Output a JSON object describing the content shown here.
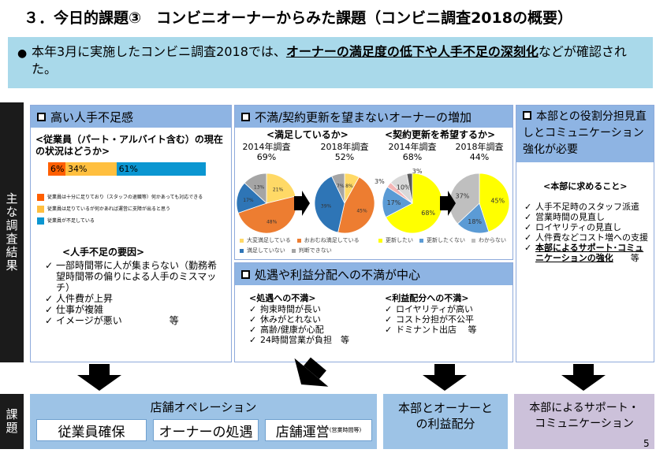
{
  "title": "３．今日的課題③　コンビニオーナーからみた課題（コンビニ調査2018の概要）",
  "banner": {
    "pre": "本年3月に実施したコンビニ調査2018では、",
    "emph": "オーナーの満足度の低下や人手不足の深刻化",
    "post": "などが確認された。"
  },
  "side_label_results": "主な調査結果",
  "side_label_issues": "課題",
  "panel1": {
    "header": "高い人手不足感",
    "question": "<従業員（パート・アルバイト含む）の現在の状況はどうか>",
    "bar": [
      {
        "label": "6%",
        "value": 6,
        "color": "#ff5f00"
      },
      {
        "label": "34%",
        "value": 34,
        "color": "#ffbf3f"
      },
      {
        "label": "61%",
        "value": 61,
        "color": "#0b96d1"
      }
    ],
    "legend": [
      "従業員は十分に足りており（スタッフの退職等）何かあっても対応できる",
      "従業員は足りているが何かあれば運営に支障が出ると思う",
      "従業員が不足している"
    ],
    "causes_title": "<人手不足の要因>",
    "causes": [
      "一部時間帯に人が集まらない（勤務希望時間帯の偏りによる人手のミスマッチ）",
      "人件費が上昇",
      "仕事が複雑",
      "イメージが悪い　　　　　等"
    ]
  },
  "panel2": {
    "header": "不満/契約更新を望まないオーナーの増加",
    "q1": "<満足しているか>",
    "q2": "<契約更新を希望するか>",
    "pies": [
      {
        "year": "2014年調査",
        "headline": "69%",
        "slices": [
          {
            "label": "21%",
            "value": 21,
            "color": "#ffd966"
          },
          {
            "label": "48%",
            "value": 48,
            "color": "#ed7d31"
          },
          {
            "label": "17%",
            "value": 17,
            "color": "#2e75b6"
          },
          {
            "label": "13%",
            "value": 13,
            "color": "#a5a5a5"
          }
        ]
      },
      {
        "year": "2018年調査",
        "headline": "52%",
        "slices": [
          {
            "label": "8%",
            "value": 8,
            "color": "#ffd966"
          },
          {
            "label": "45%",
            "value": 45,
            "color": "#ed7d31"
          },
          {
            "label": "39%",
            "value": 39,
            "color": "#2e75b6"
          },
          {
            "label": "7%",
            "value": 7,
            "color": "#a5a5a5"
          }
        ]
      },
      {
        "year": "2014年調査",
        "headline": "68%",
        "slices": [
          {
            "label": "68%",
            "value": 68,
            "color": "#ffff00"
          },
          {
            "label": "17%",
            "value": 17,
            "color": "#5b9bd5"
          },
          {
            "label": "3%",
            "value": 3,
            "color": "#f4b6b6"
          },
          {
            "label": "10%",
            "value": 10,
            "color": "#d9d9d9"
          },
          {
            "label": "3%",
            "value": 3,
            "color": "#595959"
          }
        ]
      },
      {
        "year": "2018年調査",
        "headline": "44%",
        "slices": [
          {
            "label": "45%",
            "value": 45,
            "color": "#ffff00"
          },
          {
            "label": "18%",
            "value": 18,
            "color": "#5b9bd5"
          },
          {
            "label": "37%",
            "value": 37,
            "color": "#bfbfbf"
          }
        ]
      }
    ],
    "legend1": [
      "大変満足している",
      "おおむね満足している",
      "満足していない",
      "判断できない"
    ],
    "legend2": [
      "更新したい",
      "更新したくない",
      "わからない"
    ]
  },
  "panel3": {
    "header": "処遇や利益分配への不満が中心",
    "col1_title": "<処遇への不満>",
    "col1": [
      "拘束時間が長い",
      "休みがとれない",
      "高齢/健康が心配",
      "24時間営業が負担　等"
    ],
    "col2_title": "<利益配分への不満>",
    "col2": [
      "ロイヤリティが高い",
      "コスト分担が不公平",
      "ドミナント出店　 等"
    ]
  },
  "panel4": {
    "header": "本部との役割分担見直しとコミュニケーション強化が必要",
    "sub": "<本部に求めること>",
    "items": [
      "人手不足時のスタッフ派遣",
      "営業時間の見直し",
      "ロイヤリティの見直し",
      "人件費などコスト増への支援"
    ],
    "last_bold": "本部によるサポート･コミュニケーションの強化",
    "last_tail": "　　等"
  },
  "issues": {
    "ops_title": "店舗オペレーション",
    "ops": [
      "従業員確保",
      "オーナーの処遇",
      "店舗運営"
    ],
    "ops_note": "(営業時間等)",
    "profit": "本部とオーナーとの利益配分",
    "support": "本部によるサポート・コミュニケーション"
  },
  "page_number": "5"
}
